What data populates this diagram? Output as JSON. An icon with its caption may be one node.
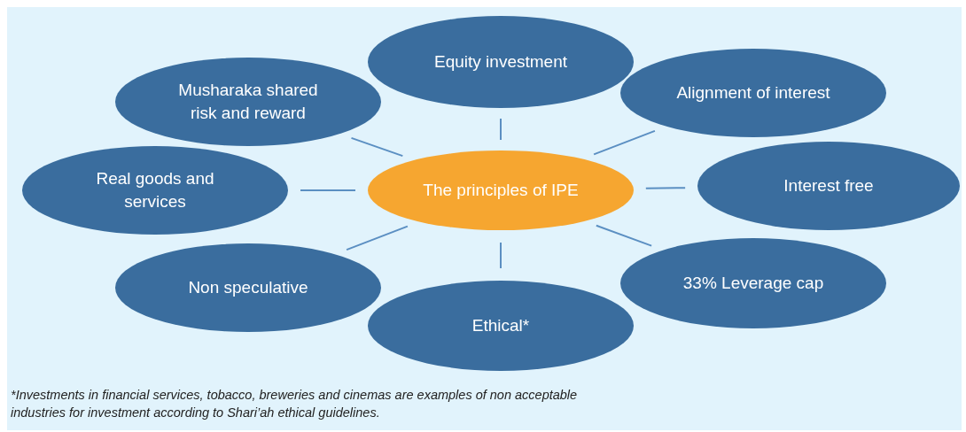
{
  "diagram": {
    "nodes": [
      {
        "text": [
          "Equity investment"
        ]
      },
      {
        "text": [
          "Musharaka shared risk and reward"
        ]
      },
      {
        "text": [
          "Alignment of interest"
        ]
      },
      {
        "text": [
          "Real goods and services"
        ]
      },
      {
        "text": [
          "The principles of IPE"
        ]
      },
      {
        "text": [
          "Interest free"
        ]
      },
      {
        "text": [
          "Non speculative"
        ]
      },
      {
        "text": [
          "33% Leverage cap"
        ]
      },
      {
        "text": [
          "Ethical*"
        ]
      }
    ],
    "edges": [
      {
        "from": 4,
        "to": 0,
        "arrow": "none"
      },
      {
        "from": 4,
        "to": 1,
        "arrow": "none"
      },
      {
        "from": 4,
        "to": 2,
        "arrow": "none"
      },
      {
        "from": 4,
        "to": 3,
        "arrow": "none"
      },
      {
        "from": 4,
        "to": 5,
        "arrow": "none"
      },
      {
        "from": 4,
        "to": 6,
        "arrow": "none"
      },
      {
        "from": 4,
        "to": 7,
        "arrow": "none"
      },
      {
        "from": 4,
        "to": 8,
        "arrow": "none"
      }
    ],
    "labels": [
      "*Investments in financial services, tobacco, breweries and cinemas are examples of non acceptable industries for investment according to Shari’ah ethical guidelines."
    ]
  }
}
